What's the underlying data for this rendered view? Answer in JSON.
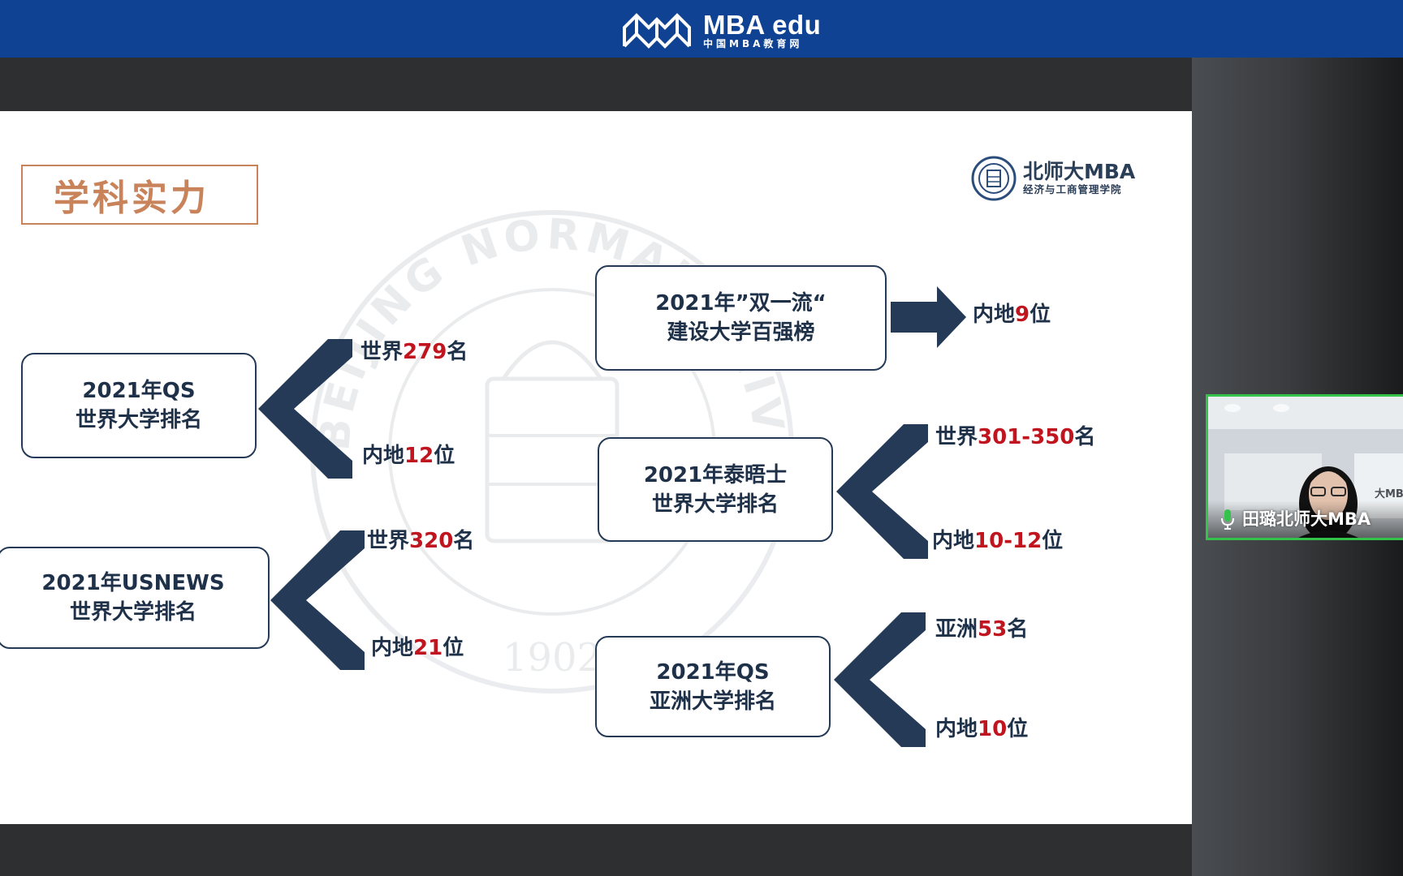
{
  "header": {
    "brand": "MBA edu",
    "brand_sub": "中国MBA教育网"
  },
  "slide": {
    "title": "学科实力",
    "school_name": "北师大MBA",
    "school_sub": "经济与工商管理学院",
    "watermark_year": "1902",
    "watermark_text": "BEIJING NORMAL UNIVERSITY",
    "rankings": [
      {
        "lines": [
          "2021年QS",
          "世界大学排名"
        ],
        "results": [
          {
            "prefix": "世界",
            "num": "279",
            "suffix": "名"
          },
          {
            "prefix": "内地",
            "num": "12",
            "suffix": "位"
          }
        ]
      },
      {
        "lines": [
          "2021年USNEWS",
          "世界大学排名"
        ],
        "results": [
          {
            "prefix": "世界",
            "num": "320",
            "suffix": "名"
          },
          {
            "prefix": "内地",
            "num": "21",
            "suffix": "位"
          }
        ]
      },
      {
        "lines": [
          "2021年”双一流“",
          "建设大学百强榜"
        ],
        "results": [
          {
            "prefix": "内地",
            "num": "9",
            "suffix": "位"
          }
        ]
      },
      {
        "lines": [
          "2021年泰晤士",
          "世界大学排名"
        ],
        "results": [
          {
            "prefix": "世界",
            "num": "301-350",
            "suffix": "名"
          },
          {
            "prefix": "内地",
            "num": "10-12",
            "suffix": "位"
          }
        ]
      },
      {
        "lines": [
          "2021年QS",
          "亚洲大学排名"
        ],
        "results": [
          {
            "prefix": "亚洲",
            "num": "53",
            "suffix": "名"
          },
          {
            "prefix": "内地",
            "num": "10",
            "suffix": "位"
          }
        ]
      }
    ]
  },
  "participant": {
    "name": "田璐北师大MBA",
    "mic_icon": "microphone-icon"
  },
  "colors": {
    "header_bg": "#0f4293",
    "title_accent": "#c9835a",
    "navy": "#243a56",
    "highlight": "#c0141e",
    "active_speaker": "#35c24b"
  }
}
